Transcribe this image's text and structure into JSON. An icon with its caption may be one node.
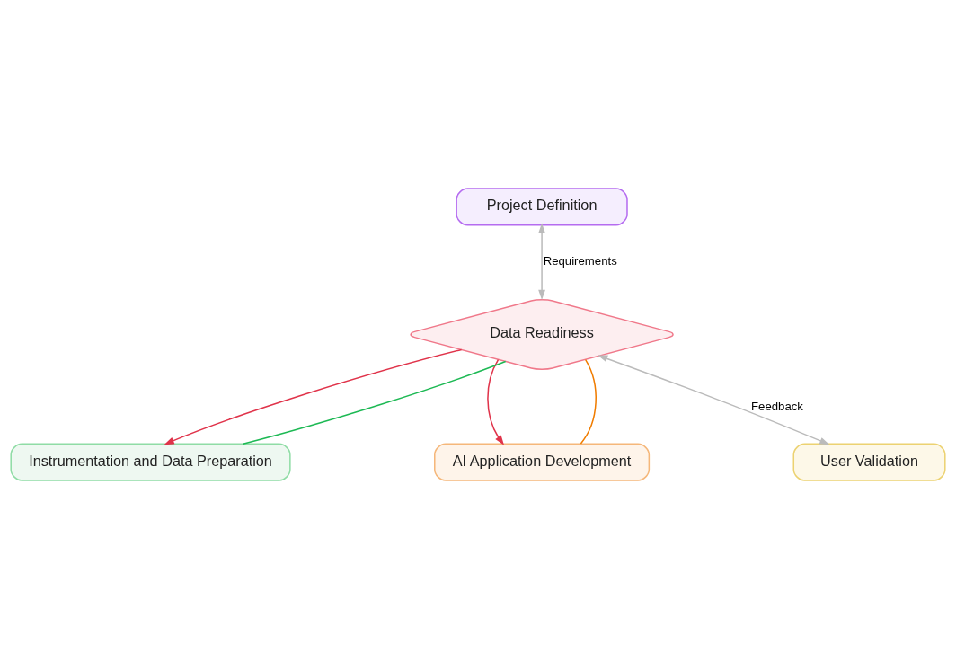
{
  "diagram": {
    "nodes": [
      {
        "text": [
          "Project Definition"
        ]
      },
      {
        "text": [
          "Data Readiness"
        ]
      },
      {
        "text": [
          "Instrumentation and Data Preparation"
        ]
      },
      {
        "text": [
          "AI Application Development"
        ]
      },
      {
        "text": [
          "User Validation"
        ]
      }
    ],
    "edges": [
      {
        "from": 0,
        "to": 1,
        "arrow": "both",
        "label": "Requirements",
        "color": "#bbbbbb"
      },
      {
        "from": 1,
        "to": 2,
        "arrow": "to",
        "color": "#e0334a"
      },
      {
        "from": 1,
        "to": 3,
        "arrow": "to",
        "color": "#e0334a"
      },
      {
        "from": 2,
        "to": 1,
        "arrow": "none",
        "color": "#1db954"
      },
      {
        "from": 3,
        "to": 1,
        "arrow": "none",
        "color": "#f07c00"
      },
      {
        "from": 1,
        "to": 4,
        "arrow": "both",
        "label": "Feedback",
        "color": "#bbbbbb"
      }
    ]
  }
}
